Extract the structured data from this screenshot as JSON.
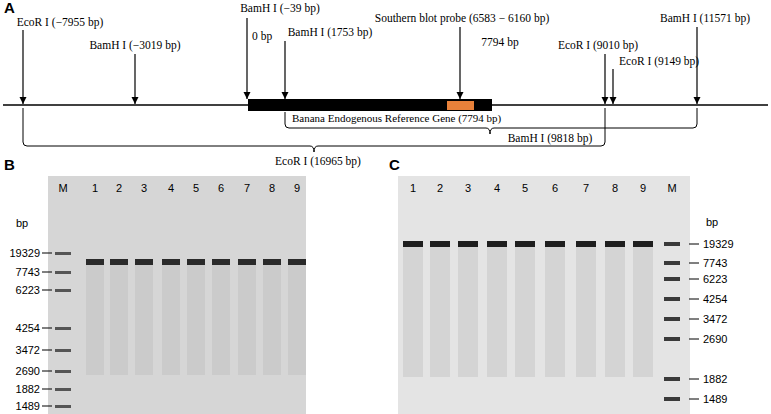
{
  "diagram": {
    "nodes": [
      {
        "text": [
          "Banana Endogenous Reference Gene (7794 bp)"
        ]
      }
    ],
    "labels": [
      "A",
      "EcoR I (−7955 bp)",
      "BamH I (−3019 bp)",
      "BamH I (−39 bp)",
      "0 bp",
      "BamH I (1753 bp)",
      "Southern blot probe (6583 − 6160 bp)",
      "7794 bp",
      "EcoR I (9010 bp)",
      "EcoR I (9149 bp)",
      "BamH I (11571 bp)",
      "BamH I (9818 bp)",
      "EcoR I (16965 bp)",
      "B",
      "bp",
      "19329",
      "7743",
      "6223",
      "4254",
      "3472",
      "2690",
      "1882",
      "1489",
      "M",
      "1",
      "2",
      "3",
      "4",
      "5",
      "6",
      "7",
      "8",
      "9",
      "C",
      "1",
      "2",
      "3",
      "4",
      "5",
      "6",
      "7",
      "8",
      "9",
      "M",
      "bp",
      "19329",
      "7743",
      "6223",
      "4254",
      "3472",
      "2690",
      "1882",
      "1489"
    ]
  }
}
